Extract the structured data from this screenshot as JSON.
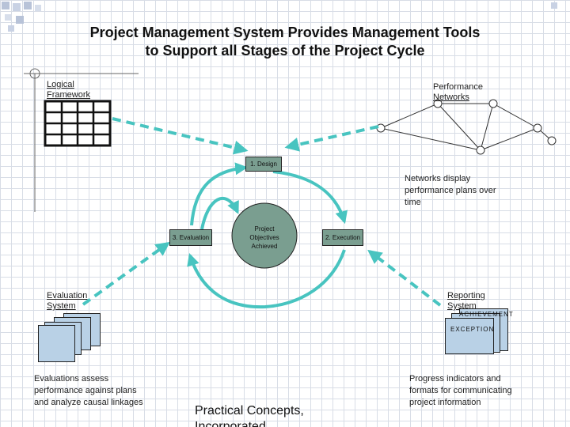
{
  "title": {
    "line1": "Project Management System Provides Management Tools",
    "line2": "to Support all Stages of the Project Cycle"
  },
  "logical_framework": {
    "line1": "Logical",
    "line2": "Framework"
  },
  "performance_networks": {
    "line1": "Performance",
    "line2": "Networks"
  },
  "cycle": {
    "design": "1. Design",
    "execution": "2. Execution",
    "evaluation": "3. Evaluation",
    "center_line1": "Project",
    "center_line2": "Objectives",
    "center_line3": "Achieved"
  },
  "networks_note": {
    "line1": "Networks display",
    "line2": "performance plans over",
    "line3": "time"
  },
  "evaluation_system": {
    "line1": "Evaluation",
    "line2": "System"
  },
  "reporting_system": {
    "line1": "Reporting",
    "line2": "System",
    "achievement_tag": "ACHIEVEMENT",
    "exception_tag": "EXCEPTION"
  },
  "evaluation_note": {
    "line1": "Evaluations assess",
    "line2": "performance against plans",
    "line3": "and analyze causal linkages"
  },
  "progress_note": {
    "line1": "Progress indicators and",
    "line2": "formats for communicating",
    "line3": "project information"
  },
  "footer": {
    "line1": "Practical Concepts,",
    "line2": "Incorporated"
  },
  "colors": {
    "cycle_arrow": "#48c4c0",
    "dashed_arrow": "#48c4c0",
    "box_fill": "#7a9e90",
    "doc_fill": "#b9d1e6"
  }
}
